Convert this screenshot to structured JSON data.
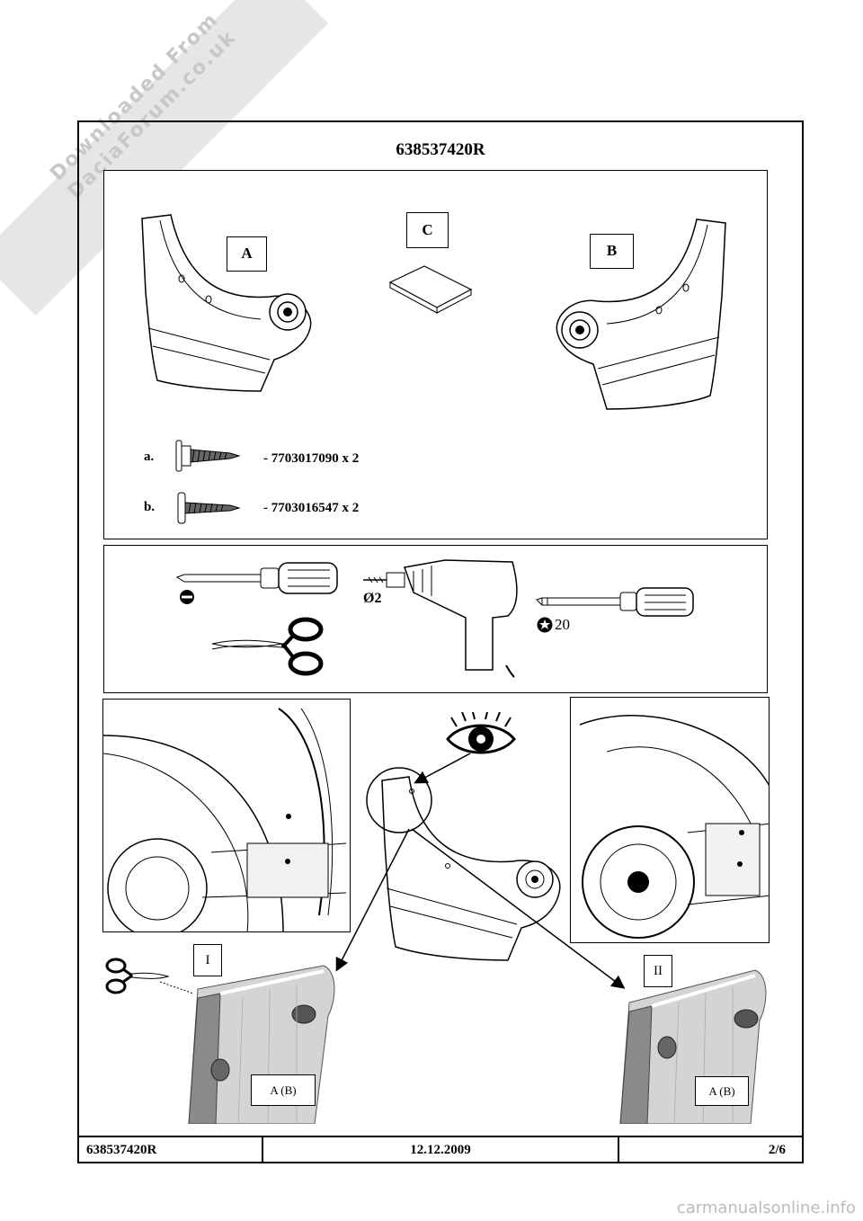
{
  "watermark": {
    "line1": "Downloaded From",
    "line2": "DaciaForum.co.uk"
  },
  "title": "638537420R",
  "parts": {
    "labels": {
      "a": "A",
      "b": "B",
      "c": "C"
    },
    "screws": [
      {
        "letter": "a.",
        "text": "-  7703017090  x 2"
      },
      {
        "letter": "b.",
        "text": "-  7703016547  x 2"
      }
    ]
  },
  "tools": {
    "drill_label": "Ø2",
    "torx_label": "20"
  },
  "steps": {
    "step1": "I",
    "step2": "II",
    "part_label_1": "A (B)",
    "part_label_2": "A (B)"
  },
  "footer": {
    "ref": "638537420R",
    "date": "12.12.2009",
    "page": "2/6"
  },
  "site": "carmanualsonline.info"
}
